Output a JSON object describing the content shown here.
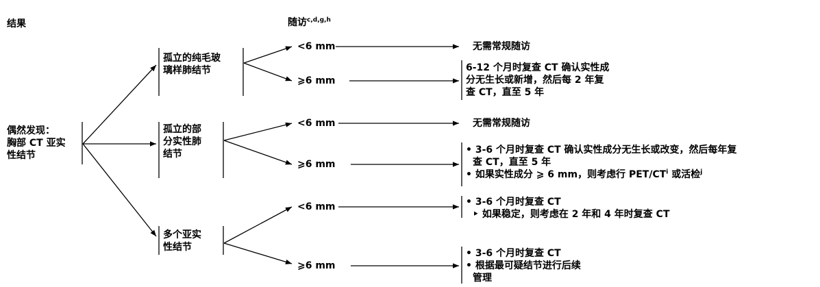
{
  "header": {
    "result": "结果",
    "followup": "随访",
    "followup_sup": "c,d,g,h"
  },
  "root": {
    "lines": [
      "偶然发现：",
      "胸部 CT 亚实",
      "性结节"
    ]
  },
  "branches": [
    {
      "lines": [
        "孤立的纯毛玻",
        "璃样肺结节"
      ],
      "small": {
        "label": "<6 mm",
        "outcome": [
          "无需常规随访"
        ]
      },
      "large": {
        "label": "⩾6 mm",
        "outcome": [
          "6-12 个月时复查 CT 确认实性成",
          "分无生长或新增，然后每 2 年复",
          "查 CT，直至 5 年"
        ]
      }
    },
    {
      "lines": [
        "孤立的部",
        "分实性肺",
        "结节"
      ],
      "small": {
        "label": "<6 mm",
        "outcome": [
          "无需常规随访"
        ]
      },
      "large": {
        "label": "⩾6 mm",
        "bullet1": [
          "• 3-6 个月时复查 CT 确认实性成分无生长或改变，然后每年复",
          "查 CT，直至 5 年"
        ],
        "bullet2_pre": "• 如果实性成分 ⩾ 6 mm，则考虑行 PET/CT",
        "bullet2_sup1": "i",
        "bullet2_mid": " 或活检",
        "bullet2_sup2": "j"
      }
    },
    {
      "lines": [
        "多个亚实",
        "性结节"
      ],
      "small": {
        "label": "<6 mm",
        "outcome": [
          "• 3-6 个月时复查 CT",
          "‣ 如果稳定，则考虑在 2 年和 4 年时复查 CT"
        ]
      },
      "large": {
        "label": "⩾6 mm",
        "outcome": [
          "• 3-6 个月时复查 CT",
          "• 根据最可疑结节进行后续",
          "管理"
        ]
      }
    }
  ]
}
